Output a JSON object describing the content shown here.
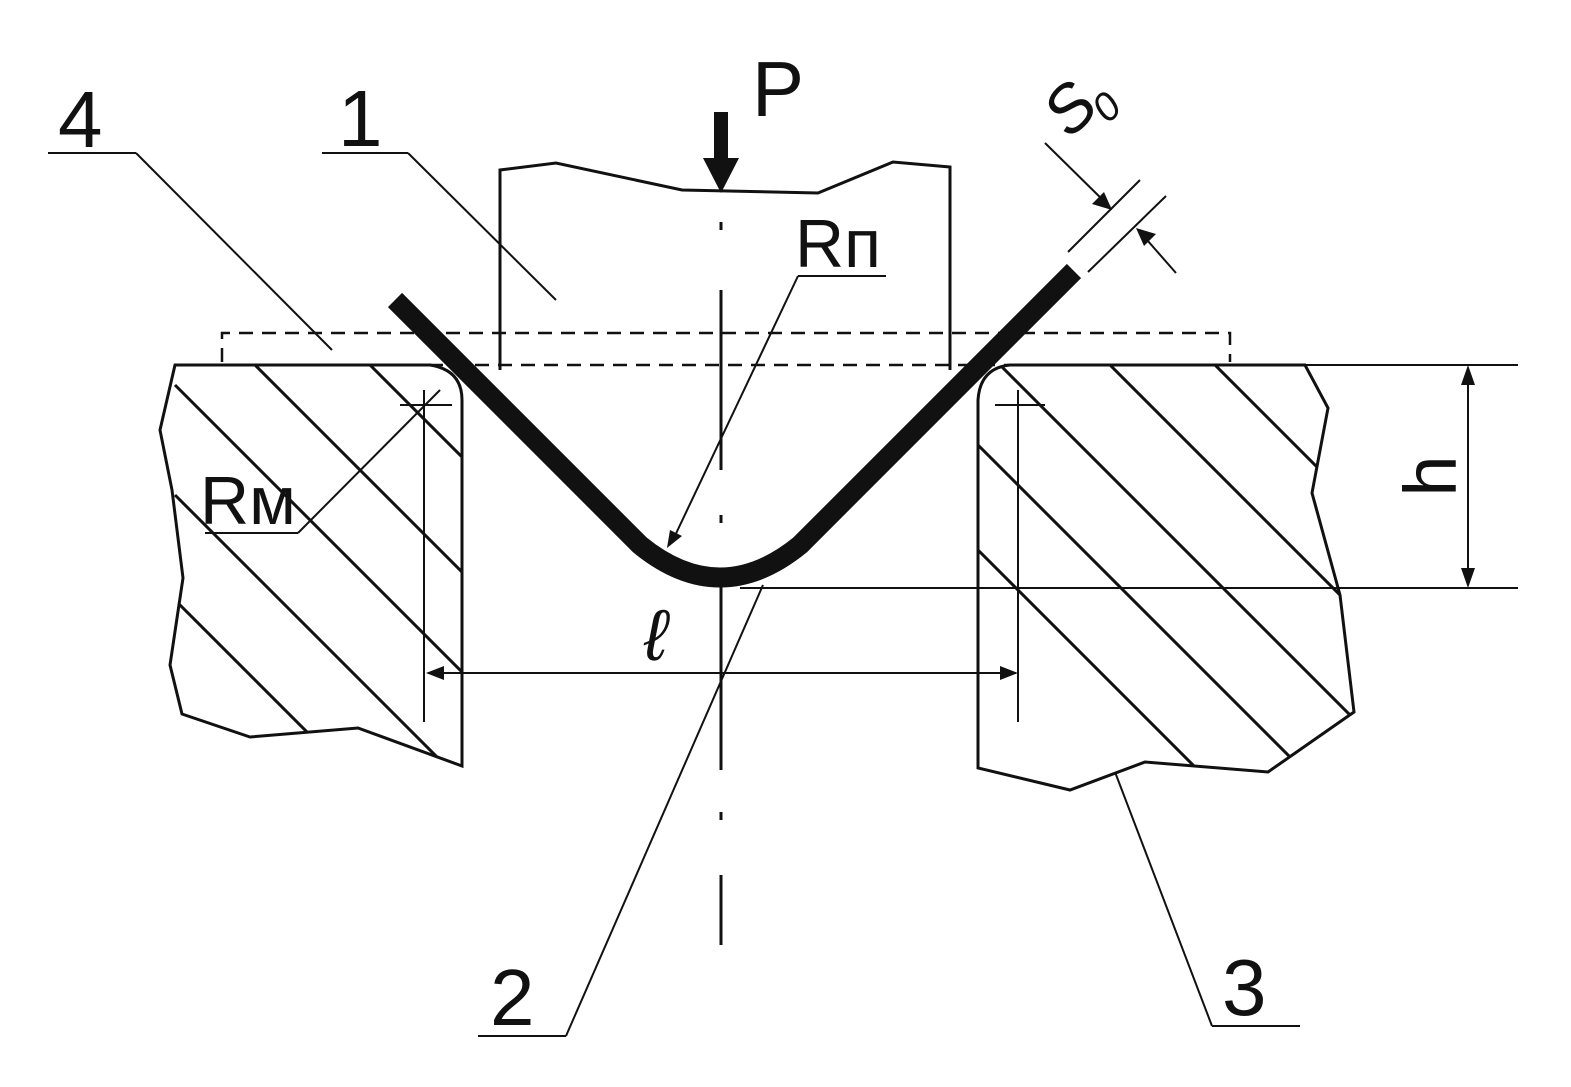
{
  "labels": {
    "force": "P",
    "punch_radius": "Rп",
    "die_radius": "Rм",
    "thickness": "S",
    "thickness_sub": "0",
    "span": "ℓ",
    "depth": "h",
    "part_1": "1",
    "part_2": "2",
    "part_3": "3",
    "part_4": "4"
  },
  "colors": {
    "ink": "#111111",
    "background": "#ffffff"
  }
}
